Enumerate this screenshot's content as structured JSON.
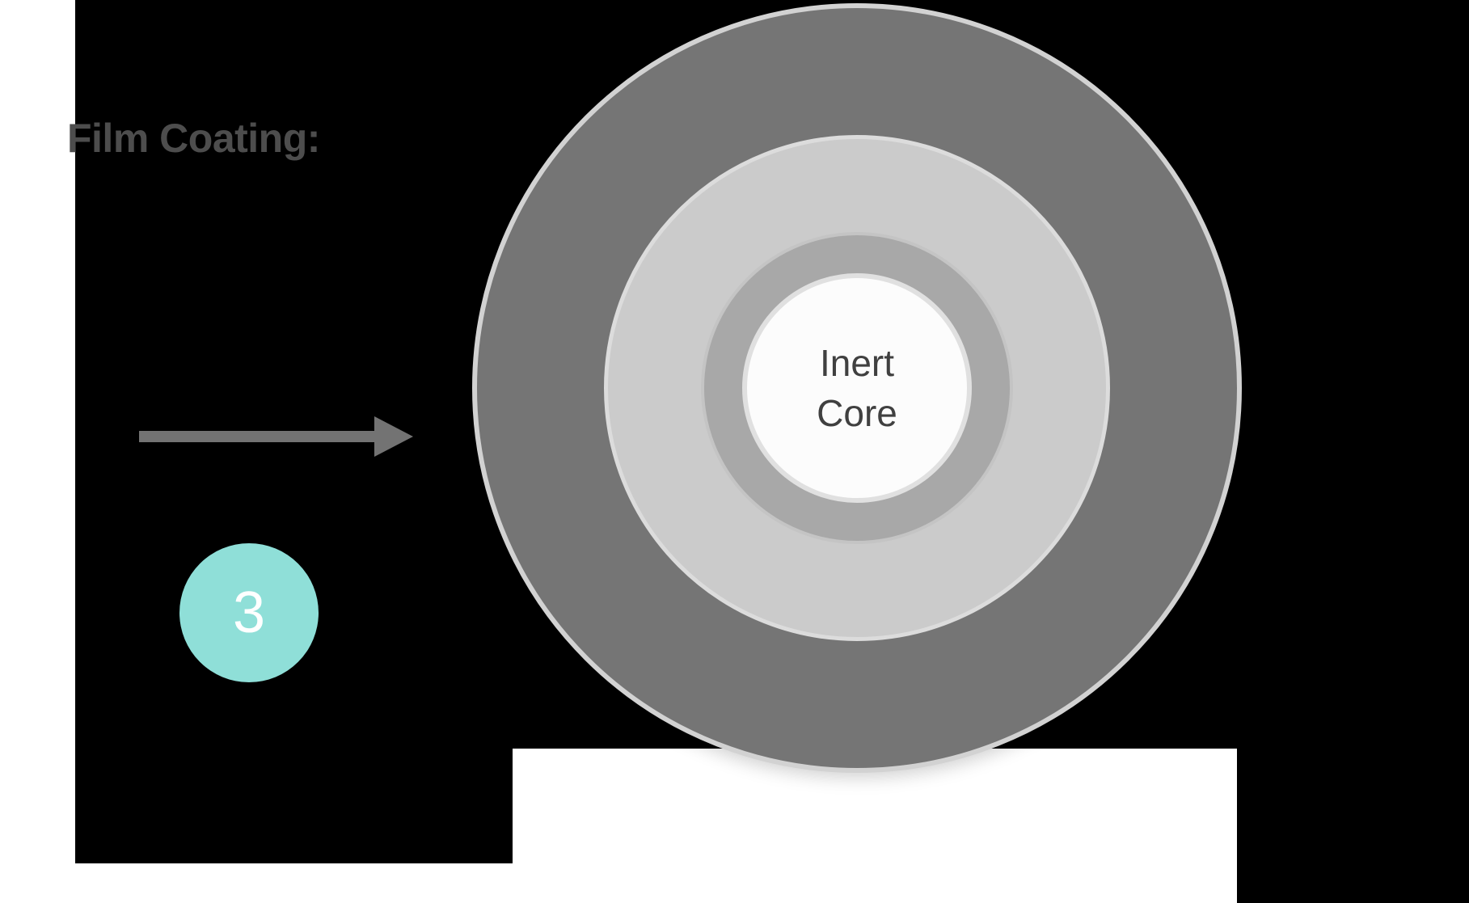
{
  "diagram": {
    "type": "concentric-layer-diagram",
    "subject": "pharmaceutical multilayer tablet / pellet cross-section",
    "title": "Film Coating:",
    "step_number": "3",
    "arrow_icon": "arrow-right-icon",
    "arrow_direction": "right",
    "core_label_lines": [
      "Inert",
      "Core"
    ],
    "layers": [
      {
        "name": "film-coating-outer-layer",
        "color": "#757575",
        "order": 1
      },
      {
        "name": "intermediate-light-layer",
        "color": "#cbcbcb",
        "order": 2
      },
      {
        "name": "drug-layer",
        "color": "#a8a8a8",
        "order": 3
      },
      {
        "name": "inert-core",
        "color": "#fcfcfc",
        "order": 4,
        "label": "Inert Core"
      }
    ]
  },
  "colors": {
    "background_panel": "#000000",
    "page_background": "#ffffff",
    "title_text": "#4d4d4d",
    "arrow": "#737373",
    "step_badge": "#8fdfd8",
    "step_badge_text": "#ffffff",
    "core_text": "#404040"
  }
}
